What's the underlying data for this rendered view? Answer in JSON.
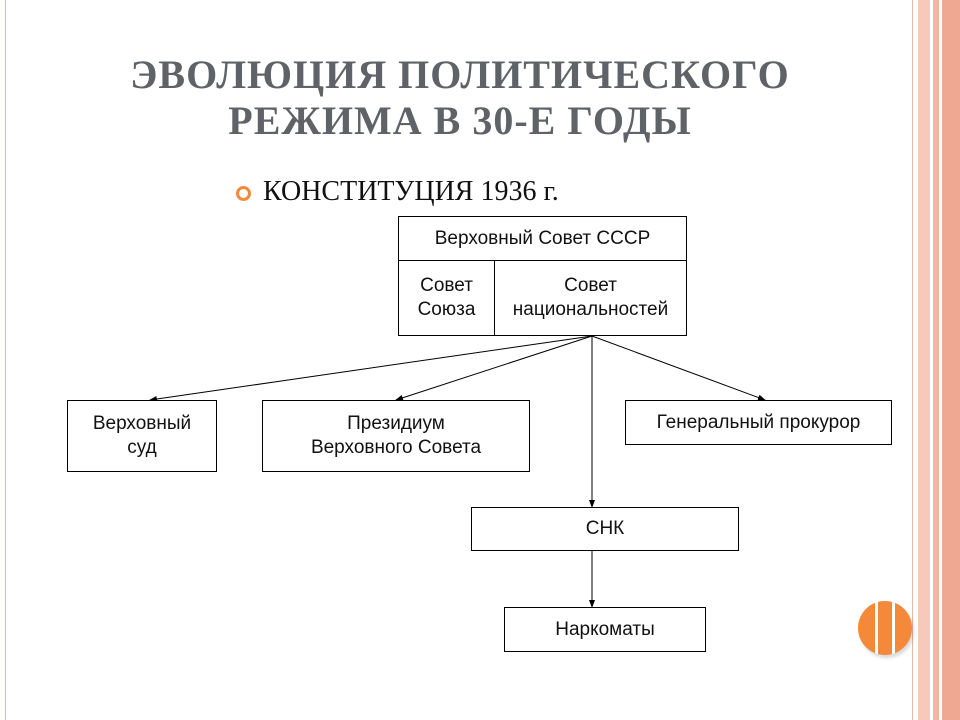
{
  "slide": {
    "title_line1": "ЭВОЛЮЦИЯ ПОЛИТИЧЕСКОГО",
    "title_line2": "РЕЖИМА В 30-Е ГОДЫ",
    "bullet": "КОНСТИТУЦИЯ 1936 г."
  },
  "diagram": {
    "supreme_soviet": "Верховный Совет СССР",
    "soviet_union_l1": "Совет",
    "soviet_union_l2": "Союза",
    "soviet_nationalities_l1": "Совет",
    "soviet_nationalities_l2": "национальностей",
    "supreme_court_l1": "Верховный",
    "supreme_court_l2": "суд",
    "presidium_l1": "Президиум",
    "presidium_l2": "Верховного Совета",
    "prosecutor": "Генеральный прокурор",
    "snk": "СНК",
    "narkomaty": "Наркоматы"
  },
  "colors": {
    "title": "#5f6368",
    "bullet_accent": "#f5893a",
    "stripe": "#f2b6a3"
  }
}
